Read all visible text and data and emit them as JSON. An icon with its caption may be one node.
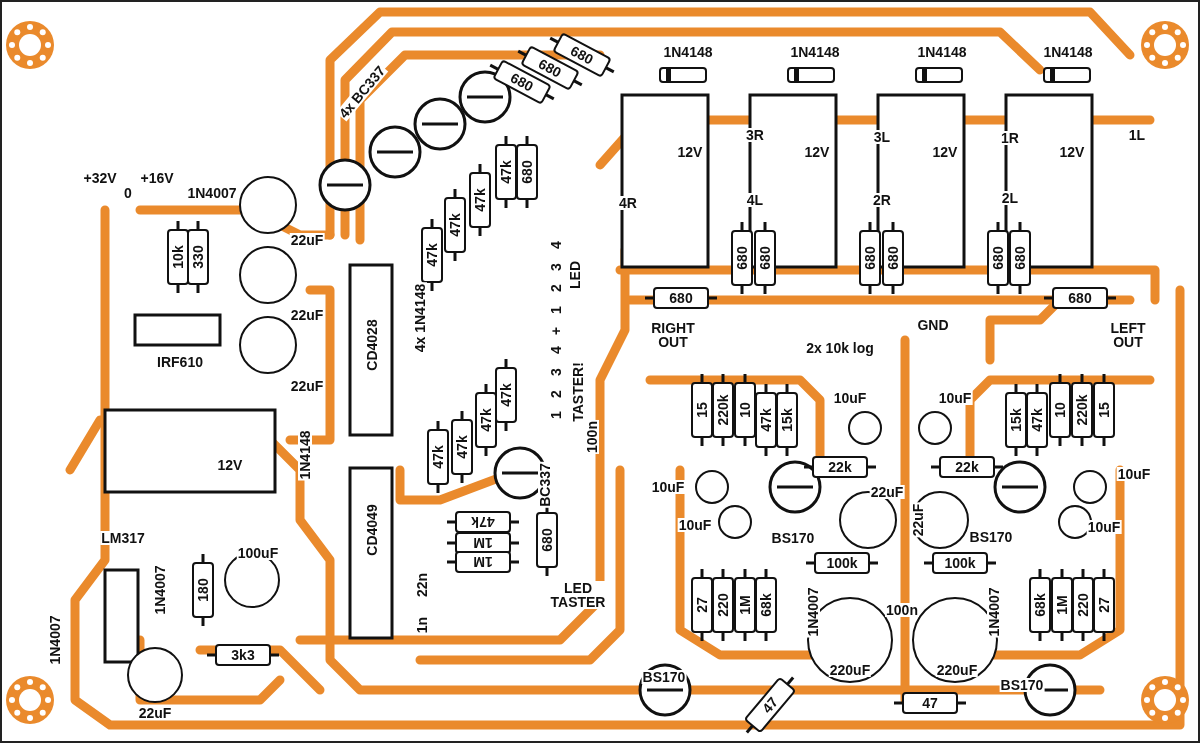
{
  "diagram": {
    "labels": [
      "680",
      "680",
      "680",
      "1N4148",
      "1N4148",
      "1N4148",
      "1N4148",
      "4x BC337",
      "3R",
      "3L",
      "1R",
      "1L",
      "+32V",
      "+16V",
      "47k",
      "680",
      "12V",
      "12V",
      "12V",
      "12V",
      "0",
      "1N4007",
      "47k",
      "4R",
      "4L",
      "2R",
      "2L",
      "47k",
      "10k",
      "330",
      "22uF",
      "47k",
      "4",
      "3",
      "680",
      "680",
      "680",
      "680",
      "680",
      "680",
      "2",
      "LED",
      "680",
      "680",
      "22uF",
      "4x 1N4148",
      "1",
      "GND",
      "CD4028",
      "+",
      "4",
      "RIGHT OUT",
      "2x 10k log",
      "LEFT OUT",
      "IRF610",
      "22uF",
      "3",
      "47k",
      "2",
      "1",
      "TASTER!",
      "15",
      "220k",
      "10",
      "10uF",
      "10uF",
      "10",
      "220k",
      "15",
      "47k",
      "47k",
      "100n",
      "47k",
      "15k",
      "15k",
      "47k",
      "12V",
      "1N4148",
      "47k",
      "22k",
      "22k",
      "10uF",
      "BC337",
      "10uF",
      "22uF",
      "LM317",
      "CD4049",
      "47k",
      "10uF",
      "BS170",
      "22uF",
      "BS170",
      "10uF",
      "100uF",
      "1M",
      "1M",
      "680",
      "100k",
      "100k",
      "1N4007",
      "180",
      "22n",
      "LED TASTER",
      "1n",
      "27",
      "220",
      "1M",
      "68k",
      "1N4007",
      "100n",
      "1N4007",
      "68k",
      "1M",
      "220",
      "27",
      "1N4007",
      "3k3",
      "BS170",
      "220uF",
      "220uF",
      "BS170",
      "22uF",
      "47",
      "47"
    ]
  }
}
